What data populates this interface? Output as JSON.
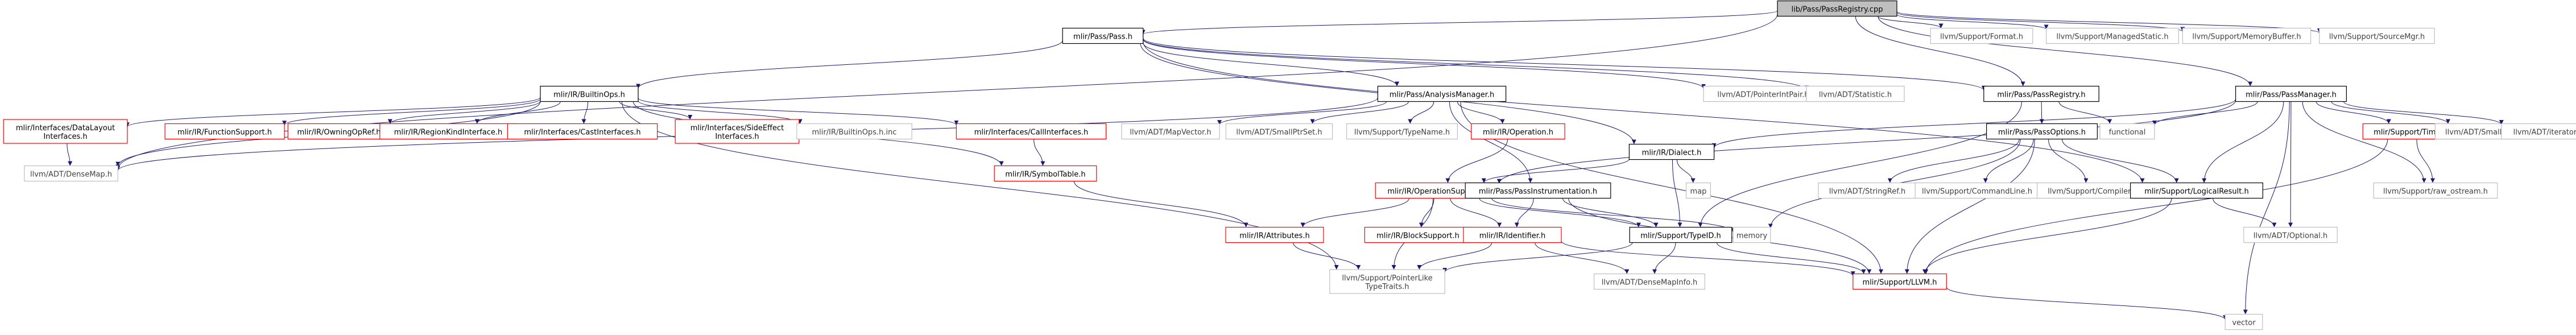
{
  "colors": {
    "edge": "#191970",
    "border_default": "#000000",
    "border_missing_doc": "#ff0000",
    "border_external": "#bfbfbf",
    "text_default": "#000000",
    "text_external": "#404040",
    "fill_root": "#bfbfbf",
    "fill_default": "#ffffff"
  },
  "graph": {
    "nodes": [
      {
        "id": "root",
        "lines": [
          "lib/Pass/PassRegistry.cpp"
        ],
        "kind": "root"
      },
      {
        "id": "pass_h",
        "lines": [
          "mlir/Pass/Pass.h"
        ],
        "kind": "default"
      },
      {
        "id": "llvm_format",
        "lines": [
          "llvm/Support/Format.h"
        ],
        "kind": "external"
      },
      {
        "id": "llvm_managedstatic",
        "lines": [
          "llvm/Support/ManagedStatic.h"
        ],
        "kind": "external"
      },
      {
        "id": "llvm_memorybuffer",
        "lines": [
          "llvm/Support/MemoryBuffer.h"
        ],
        "kind": "external"
      },
      {
        "id": "llvm_sourcemgr",
        "lines": [
          "llvm/Support/SourceMgr.h"
        ],
        "kind": "external"
      },
      {
        "id": "builtinops",
        "lines": [
          "mlir/IR/BuiltinOps.h"
        ],
        "kind": "default"
      },
      {
        "id": "analysismanager",
        "lines": [
          "mlir/Pass/AnalysisManager.h"
        ],
        "kind": "default"
      },
      {
        "id": "pointerintpair",
        "lines": [
          "llvm/ADT/PointerIntPair.h"
        ],
        "kind": "external"
      },
      {
        "id": "statistic",
        "lines": [
          "llvm/ADT/Statistic.h"
        ],
        "kind": "external"
      },
      {
        "id": "passregistry_h",
        "lines": [
          "mlir/Pass/PassRegistry.h"
        ],
        "kind": "default"
      },
      {
        "id": "passmanager_h",
        "lines": [
          "mlir/Pass/PassManager.h"
        ],
        "kind": "default"
      },
      {
        "id": "datalayoutinterfaces",
        "lines": [
          "mlir/Interfaces/DataLayout",
          "Interfaces.h"
        ],
        "kind": "missing"
      },
      {
        "id": "functionsupport",
        "lines": [
          "mlir/IR/FunctionSupport.h"
        ],
        "kind": "missing"
      },
      {
        "id": "owningopref",
        "lines": [
          "mlir/IR/OwningOpRef.h"
        ],
        "kind": "missing"
      },
      {
        "id": "regionkindinterface",
        "lines": [
          "mlir/IR/RegionKindInterface.h"
        ],
        "kind": "missing"
      },
      {
        "id": "castinterfaces",
        "lines": [
          "mlir/Interfaces/CastInterfaces.h"
        ],
        "kind": "missing"
      },
      {
        "id": "sideeffectinterfaces",
        "lines": [
          "mlir/Interfaces/SideEffect",
          "Interfaces.h"
        ],
        "kind": "missing"
      },
      {
        "id": "builtinops_inc",
        "lines": [
          "mlir/IR/BuiltinOps.h.inc"
        ],
        "kind": "external"
      },
      {
        "id": "callinterfaces",
        "lines": [
          "mlir/Interfaces/CallInterfaces.h"
        ],
        "kind": "missing"
      },
      {
        "id": "mapvector",
        "lines": [
          "llvm/ADT/MapVector.h"
        ],
        "kind": "external"
      },
      {
        "id": "smallptrset",
        "lines": [
          "llvm/ADT/SmallPtrSet.h"
        ],
        "kind": "external"
      },
      {
        "id": "typename",
        "lines": [
          "llvm/Support/TypeName.h"
        ],
        "kind": "external"
      },
      {
        "id": "operation_h",
        "lines": [
          "mlir/IR/Operation.h"
        ],
        "kind": "missing"
      },
      {
        "id": "dialect_h",
        "lines": [
          "mlir/IR/Dialect.h"
        ],
        "kind": "default"
      },
      {
        "id": "passoptions",
        "lines": [
          "mlir/Pass/PassOptions.h"
        ],
        "kind": "default"
      },
      {
        "id": "functional",
        "lines": [
          "functional"
        ],
        "kind": "external"
      },
      {
        "id": "timing",
        "lines": [
          "mlir/Support/Timing.h"
        ],
        "kind": "missing"
      },
      {
        "id": "smallvector",
        "lines": [
          "llvm/ADT/SmallVector.h"
        ],
        "kind": "external"
      },
      {
        "id": "iterator",
        "lines": [
          "llvm/ADT/iterator.h"
        ],
        "kind": "external"
      },
      {
        "id": "densemap",
        "lines": [
          "llvm/ADT/DenseMap.h"
        ],
        "kind": "external"
      },
      {
        "id": "symboltable",
        "lines": [
          "mlir/IR/SymbolTable.h"
        ],
        "kind": "missing"
      },
      {
        "id": "operationsupport",
        "lines": [
          "mlir/IR/OperationSupport.h"
        ],
        "kind": "missing"
      },
      {
        "id": "passinstrumentation",
        "lines": [
          "mlir/Pass/PassInstrumentation.h"
        ],
        "kind": "default"
      },
      {
        "id": "map",
        "lines": [
          "map"
        ],
        "kind": "external"
      },
      {
        "id": "stringref",
        "lines": [
          "llvm/ADT/StringRef.h"
        ],
        "kind": "external"
      },
      {
        "id": "commandline",
        "lines": [
          "llvm/Support/CommandLine.h"
        ],
        "kind": "external"
      },
      {
        "id": "compiler",
        "lines": [
          "llvm/Support/Compiler.h"
        ],
        "kind": "external"
      },
      {
        "id": "logicalresult",
        "lines": [
          "mlir/Support/LogicalResult.h"
        ],
        "kind": "default"
      },
      {
        "id": "raw_ostream",
        "lines": [
          "llvm/Support/raw_ostream.h"
        ],
        "kind": "external"
      },
      {
        "id": "attributes",
        "lines": [
          "mlir/IR/Attributes.h"
        ],
        "kind": "missing"
      },
      {
        "id": "blocksupport",
        "lines": [
          "mlir/IR/BlockSupport.h"
        ],
        "kind": "missing"
      },
      {
        "id": "identifier",
        "lines": [
          "mlir/IR/Identifier.h"
        ],
        "kind": "missing"
      },
      {
        "id": "memory",
        "lines": [
          "memory"
        ],
        "kind": "external"
      },
      {
        "id": "typeid",
        "lines": [
          "mlir/Support/TypeID.h"
        ],
        "kind": "default"
      },
      {
        "id": "optional",
        "lines": [
          "llvm/ADT/Optional.h"
        ],
        "kind": "external"
      },
      {
        "id": "pointerliketypetraits",
        "lines": [
          "llvm/Support/PointerLike",
          "TypeTraits.h"
        ],
        "kind": "external"
      },
      {
        "id": "densemapinfo",
        "lines": [
          "llvm/ADT/DenseMapInfo.h"
        ],
        "kind": "external"
      },
      {
        "id": "llvm_h",
        "lines": [
          "mlir/Support/LLVM.h"
        ],
        "kind": "missing"
      },
      {
        "id": "vector",
        "lines": [
          "vector"
        ],
        "kind": "external"
      }
    ],
    "edges": [
      [
        "root",
        "pass_h"
      ],
      [
        "root",
        "llvm_format"
      ],
      [
        "root",
        "llvm_managedstatic"
      ],
      [
        "root",
        "llvm_memorybuffer"
      ],
      [
        "root",
        "llvm_sourcemgr"
      ],
      [
        "root",
        "passmanager_h"
      ],
      [
        "root",
        "passregistry_h"
      ],
      [
        "root",
        "densemap"
      ],
      [
        "pass_h",
        "builtinops"
      ],
      [
        "pass_h",
        "analysismanager"
      ],
      [
        "pass_h",
        "pointerintpair"
      ],
      [
        "pass_h",
        "statistic"
      ],
      [
        "pass_h",
        "passregistry_h"
      ],
      [
        "pass_h",
        "dialect_h"
      ],
      [
        "pass_h",
        "logicalresult"
      ],
      [
        "builtinops",
        "datalayoutinterfaces"
      ],
      [
        "builtinops",
        "functionsupport"
      ],
      [
        "builtinops",
        "owningopref"
      ],
      [
        "builtinops",
        "regionkindinterface"
      ],
      [
        "builtinops",
        "castinterfaces"
      ],
      [
        "builtinops",
        "sideeffectinterfaces"
      ],
      [
        "builtinops",
        "builtinops_inc"
      ],
      [
        "builtinops",
        "callinterfaces"
      ],
      [
        "builtinops",
        "symboltable"
      ],
      [
        "builtinops",
        "densemap"
      ],
      [
        "builtinops",
        "pointerliketypetraits"
      ],
      [
        "datalayoutinterfaces",
        "densemap"
      ],
      [
        "callinterfaces",
        "symboltable"
      ],
      [
        "symboltable",
        "attributes"
      ],
      [
        "analysismanager",
        "mapvector"
      ],
      [
        "analysismanager",
        "smallptrset"
      ],
      [
        "analysismanager",
        "typename"
      ],
      [
        "analysismanager",
        "operation_h"
      ],
      [
        "analysismanager",
        "passinstrumentation"
      ],
      [
        "analysismanager",
        "densemap"
      ],
      [
        "analysismanager",
        "llvm_h"
      ],
      [
        "operation_h",
        "operationsupport"
      ],
      [
        "dialect_h",
        "operationsupport"
      ],
      [
        "dialect_h",
        "map"
      ],
      [
        "dialect_h",
        "typeid"
      ],
      [
        "passregistry_h",
        "passoptions"
      ],
      [
        "passregistry_h",
        "functional"
      ],
      [
        "passregistry_h",
        "typeid"
      ],
      [
        "passoptions",
        "stringref"
      ],
      [
        "passoptions",
        "commandline"
      ],
      [
        "passoptions",
        "compiler"
      ],
      [
        "passoptions",
        "logicalresult"
      ],
      [
        "passoptions",
        "llvm_h"
      ],
      [
        "passoptions",
        "memory"
      ],
      [
        "passmanager_h",
        "functional"
      ],
      [
        "passmanager_h",
        "timing"
      ],
      [
        "passmanager_h",
        "smallvector"
      ],
      [
        "passmanager_h",
        "iterator"
      ],
      [
        "passmanager_h",
        "logicalresult"
      ],
      [
        "passmanager_h",
        "raw_ostream"
      ],
      [
        "passmanager_h",
        "optional"
      ],
      [
        "passmanager_h",
        "vector"
      ],
      [
        "passmanager_h",
        "dialect_h"
      ],
      [
        "passmanager_h",
        "operationsupport"
      ],
      [
        "timing",
        "raw_ostream"
      ],
      [
        "timing",
        "llvm_h"
      ],
      [
        "operationsupport",
        "attributes"
      ],
      [
        "operationsupport",
        "blocksupport"
      ],
      [
        "operationsupport",
        "identifier"
      ],
      [
        "operationsupport",
        "memory"
      ],
      [
        "operationsupport",
        "typeid"
      ],
      [
        "operationsupport",
        "pointerliketypetraits"
      ],
      [
        "passinstrumentation",
        "identifier"
      ],
      [
        "passinstrumentation",
        "typeid"
      ],
      [
        "passinstrumentation",
        "llvm_h"
      ],
      [
        "attributes",
        "pointerliketypetraits"
      ],
      [
        "identifier",
        "pointerliketypetraits"
      ],
      [
        "identifier",
        "densemapinfo"
      ],
      [
        "identifier",
        "llvm_h"
      ],
      [
        "typeid",
        "densemapinfo"
      ],
      [
        "typeid",
        "pointerliketypetraits"
      ],
      [
        "typeid",
        "llvm_h"
      ],
      [
        "logicalresult",
        "llvm_h"
      ],
      [
        "logicalresult",
        "optional"
      ],
      [
        "llvm_h",
        "vector"
      ]
    ]
  }
}
